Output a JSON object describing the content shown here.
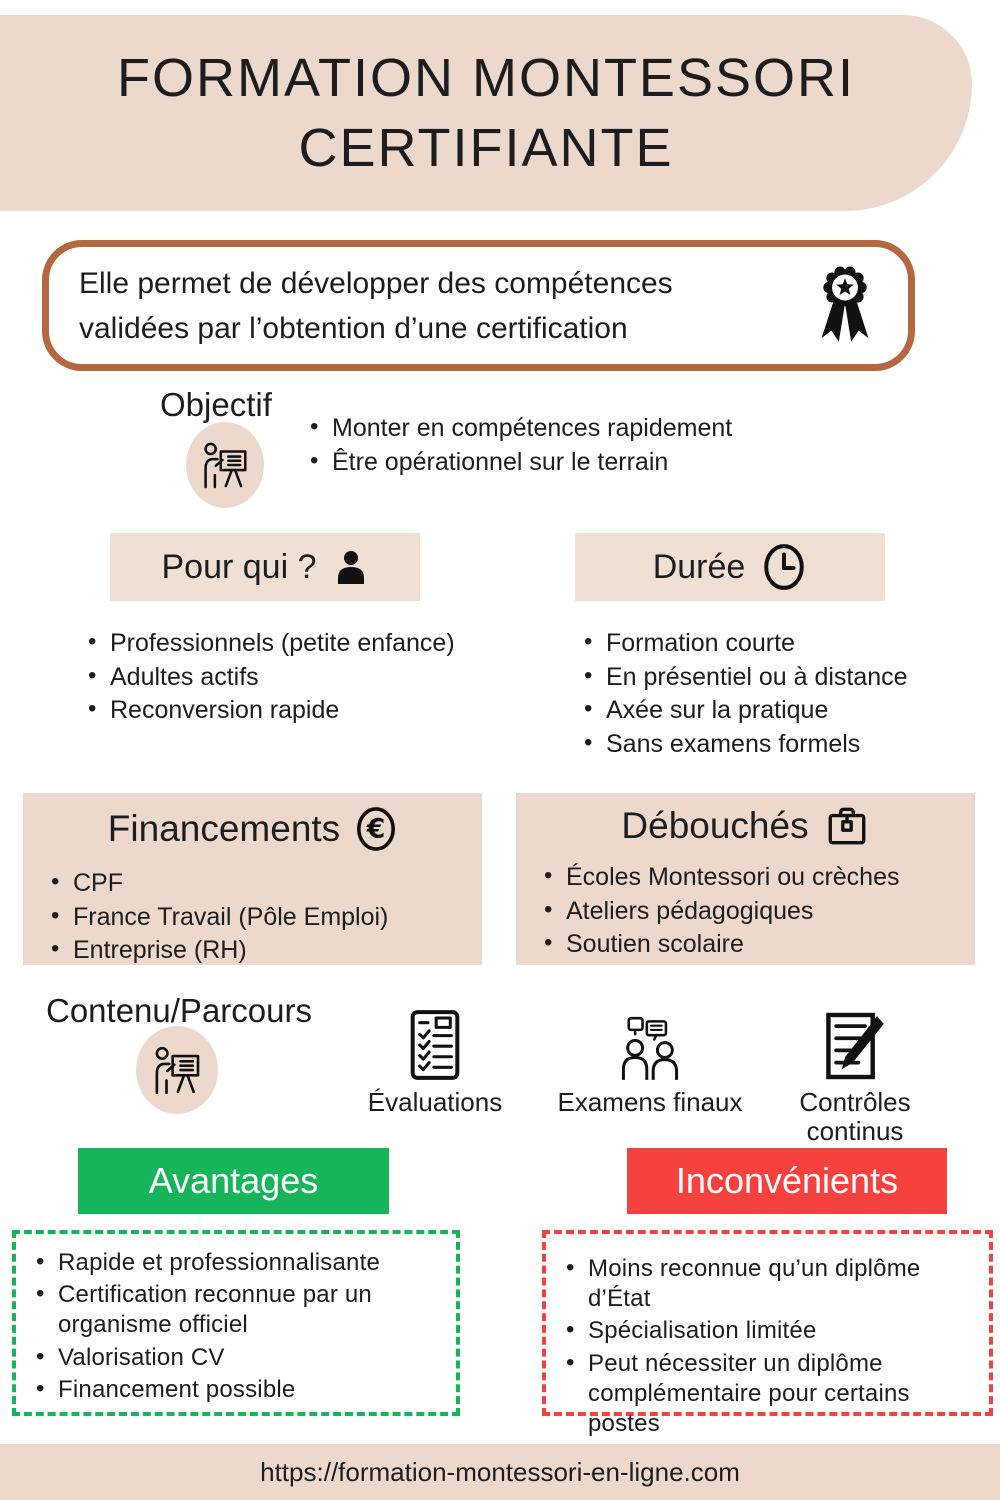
{
  "colors": {
    "beige": "#ecd9cc",
    "beige_light": "#f0e0d4",
    "border_brown": "#b5673f",
    "green": "#17b55a",
    "red": "#f6413e",
    "text": "#1d1d1f",
    "white": "#ffffff"
  },
  "banner": {
    "title_line1": "FORMATION MONTESSORI",
    "title_line2": "CERTIFIANTE"
  },
  "intro": {
    "text": "Elle permet de développer des compétences validées par l’obtention d’une certification",
    "icon": "medal-icon"
  },
  "objectif": {
    "title": "Objectif",
    "icon": "presenter-board-icon",
    "items": [
      "Monter en compétences rapidement",
      "Être opérationnel sur le terrain"
    ]
  },
  "pour_qui": {
    "title": "Pour qui ?",
    "icon": "person-icon",
    "items": [
      "Professionnels (petite enfance)",
      "Adultes actifs",
      "Reconversion rapide"
    ]
  },
  "duree": {
    "title": "Durée",
    "icon": "clock-icon",
    "items": [
      "Formation courte",
      "En présentiel ou à distance",
      "Axée sur la pratique",
      "Sans examens formels"
    ]
  },
  "financements": {
    "title": "Financements",
    "icon": "euro-icon",
    "items": [
      "CPF",
      "France Travail (Pôle Emploi)",
      "Entreprise (RH)"
    ]
  },
  "debouches": {
    "title": "Débouchés",
    "icon": "briefcase-icon",
    "items": [
      "Écoles Montessori ou crèches",
      "Ateliers pédagogiques",
      "Soutien scolaire"
    ]
  },
  "contenu": {
    "title": "Contenu/Parcours",
    "icon": "presenter-board-icon",
    "steps": [
      {
        "label": "Évaluations",
        "icon": "checklist-icon"
      },
      {
        "label": "Examens finaux",
        "icon": "discussion-people-icon"
      },
      {
        "label": "Contrôles continus",
        "icon": "writing-pen-icon"
      }
    ]
  },
  "avantages": {
    "title": "Avantages",
    "items": [
      "Rapide et professionnalisante",
      "Certification reconnue par un organisme officiel",
      "Valorisation CV",
      "Financement possible"
    ]
  },
  "inconvenients": {
    "title": "Inconvénients",
    "items": [
      "Moins reconnue qu’un diplôme d’État",
      "Spécialisation limitée",
      "Peut nécessiter un diplôme complémentaire pour certains postes"
    ]
  },
  "footer": {
    "url": "https://formation-montessori-en-ligne.com"
  }
}
